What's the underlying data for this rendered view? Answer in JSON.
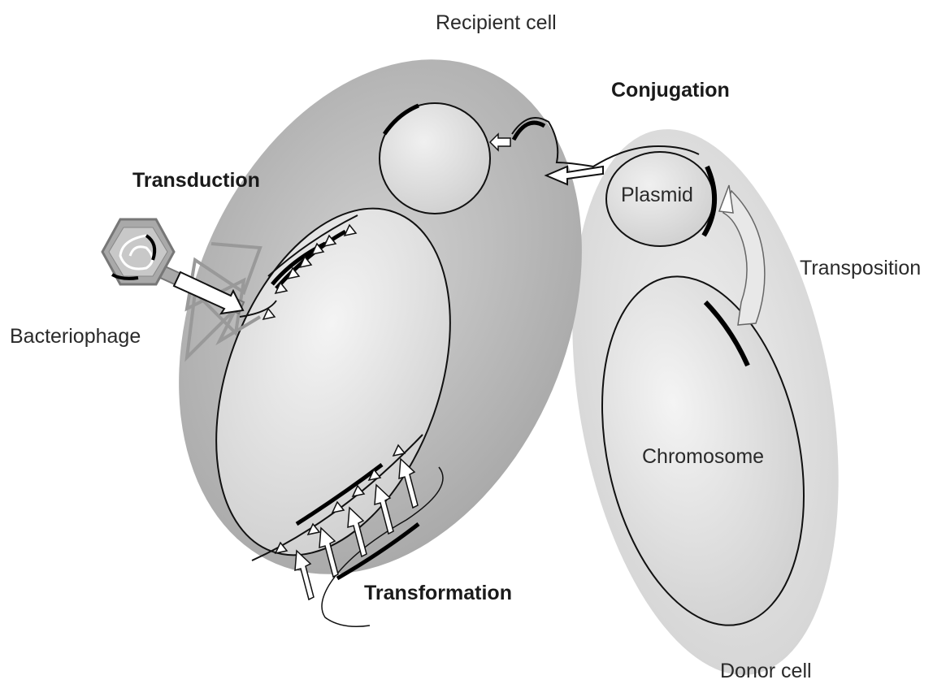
{
  "labels": {
    "recipient_cell": "Recipient cell",
    "conjugation": "Conjugation",
    "transduction": "Transduction",
    "plasmid": "Plasmid",
    "transposition": "Transposition",
    "bacteriophage": "Bacteriophage",
    "chromosome": "Chromosome",
    "transformation": "Transformation",
    "donor_cell": "Donor cell"
  },
  "colors": {
    "recipient_cell_fill": "#b9b9b9",
    "donor_cell_fill": "#dcdcdc",
    "chromosome_fill": "#e6e6e6",
    "phage_fill": "#a9a9a9",
    "outline": "#111111"
  }
}
